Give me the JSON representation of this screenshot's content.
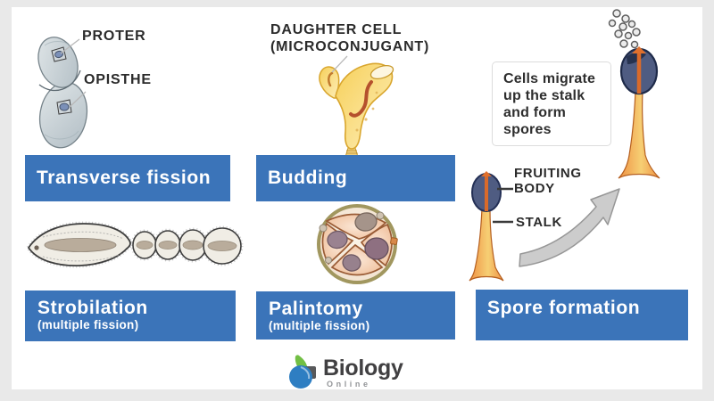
{
  "colors": {
    "banner_blue": "#3b74b9",
    "frame_gray": "#e9e9e9",
    "label_text": "#2b2b2b",
    "fruiting_head_blue": "#4f5c82",
    "stalk_orange": "#ee8a3e",
    "budding_yellow": "#f7d563",
    "logo_green": "#72bf44",
    "logo_blue": "#2e7ec2"
  },
  "sections": {
    "transverse_fission": {
      "title": "Transverse fission",
      "label_proter": "PROTER",
      "label_opisthe": "OPISTHE"
    },
    "budding": {
      "title": "Budding",
      "label_line1": "DAUGHTER CELL",
      "label_line2": "(MICROCONJUGANT)"
    },
    "strobilation": {
      "title": "Strobilation",
      "subtitle": "(multiple fission)"
    },
    "palintomy": {
      "title": "Palintomy",
      "subtitle": "(multiple fission)"
    },
    "spore_formation": {
      "title": "Spore formation",
      "note": "Cells migrate up the stalk and form spores",
      "label_fruiting_body": "FRUITING BODY",
      "label_stalk": "STALK"
    }
  },
  "logo": {
    "brand": "Biology",
    "sub": "Online"
  }
}
